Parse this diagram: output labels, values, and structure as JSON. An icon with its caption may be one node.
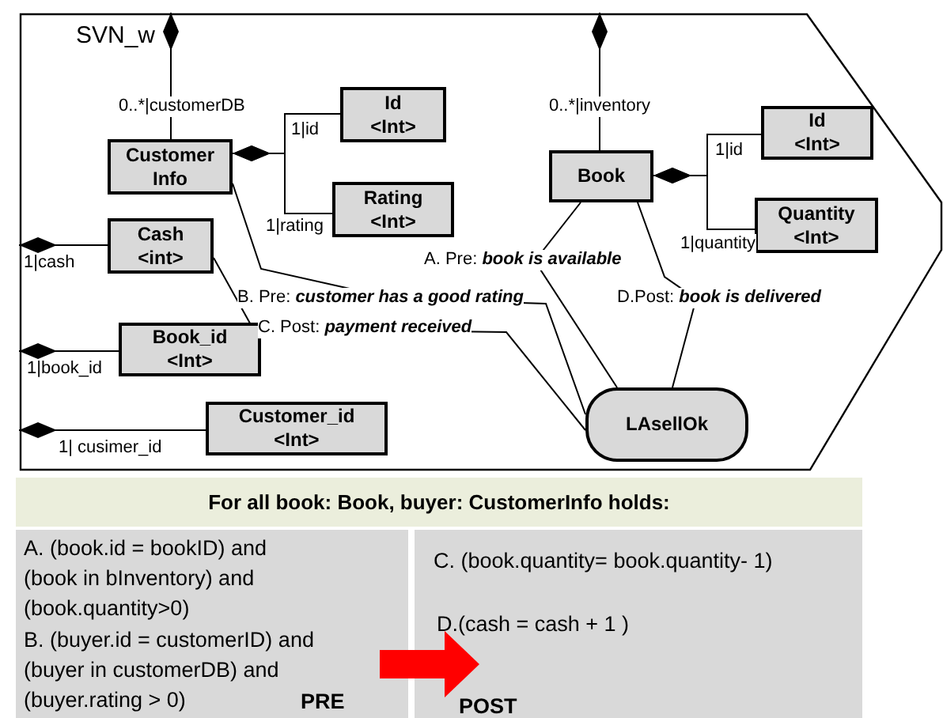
{
  "diagram": {
    "nodes": [
      {
        "text": [
          "SVN_w"
        ]
      },
      {
        "text": [
          "Customer Info"
        ],
        "in": 0
      },
      {
        "text": [
          "Id <Int>"
        ],
        "in": 0
      },
      {
        "text": [
          "Rating <Int>"
        ],
        "in": 0
      },
      {
        "text": [
          "Cash <int>"
        ],
        "in": 0
      },
      {
        "text": [
          "Book_id <Int>"
        ],
        "in": 0
      },
      {
        "text": [
          "Customer_id <Int>"
        ],
        "in": 0
      },
      {
        "text": [
          "Book"
        ],
        "in": 0
      },
      {
        "text": [
          "Id <Int>"
        ],
        "in": 0
      },
      {
        "text": [
          "Quantity <Int>"
        ],
        "in": 0
      },
      {
        "text": [
          "LAsellOk"
        ],
        "in": 0
      },
      {
        "text": [
          "For all book: Book, buyer: CustomerInfo holds:"
        ]
      },
      {
        "text": [
          "A. (book.id = bookID) and (book in bInventory) and (book.quantity>0)",
          "B. (buyer.id = customerID) and (buyer in customerDB) and (buyer.rating > 0)",
          "PRE"
        ]
      },
      {
        "text": [
          "C. (book.quantity= book.quantity- 1)",
          "D.(cash = cash + 1 )",
          "POST"
        ]
      }
    ],
    "edges": [
      {
        "from": 0,
        "to": 1,
        "arrow": "other",
        "label": "0..*|customerDB"
      },
      {
        "from": 1,
        "to": 2,
        "arrow": "other",
        "label": "1|id"
      },
      {
        "from": 1,
        "to": 3,
        "arrow": "other",
        "label": "1|rating"
      },
      {
        "from": 0,
        "to": 4,
        "arrow": "other",
        "label": "1|cash"
      },
      {
        "from": 0,
        "to": 5,
        "arrow": "other",
        "label": "1|book_id"
      },
      {
        "from": 0,
        "to": 6,
        "arrow": "other",
        "label": "1| cusimer_id"
      },
      {
        "from": 0,
        "to": 7,
        "arrow": "other",
        "label": "0..*|inventory"
      },
      {
        "from": 7,
        "to": 8,
        "arrow": "other",
        "label": "1|id"
      },
      {
        "from": 7,
        "to": 9,
        "arrow": "other",
        "label": "1|quantity"
      },
      {
        "from": 7,
        "to": 10,
        "arrow": "none",
        "label": "A. Pre: **book is available**"
      },
      {
        "from": 1,
        "to": 10,
        "arrow": "none",
        "label": "B. Pre: **customer has a good rating**"
      },
      {
        "from": 4,
        "to": 10,
        "arrow": "none",
        "label": "C. Post: **payment received**"
      },
      {
        "from": 7,
        "to": 10,
        "arrow": "none",
        "label": "D.Post: **book is delivered**"
      },
      {
        "from": 12,
        "to": 13,
        "arrow": "to",
        "style": "thick",
        "color": "#ff0000"
      }
    ]
  }
}
